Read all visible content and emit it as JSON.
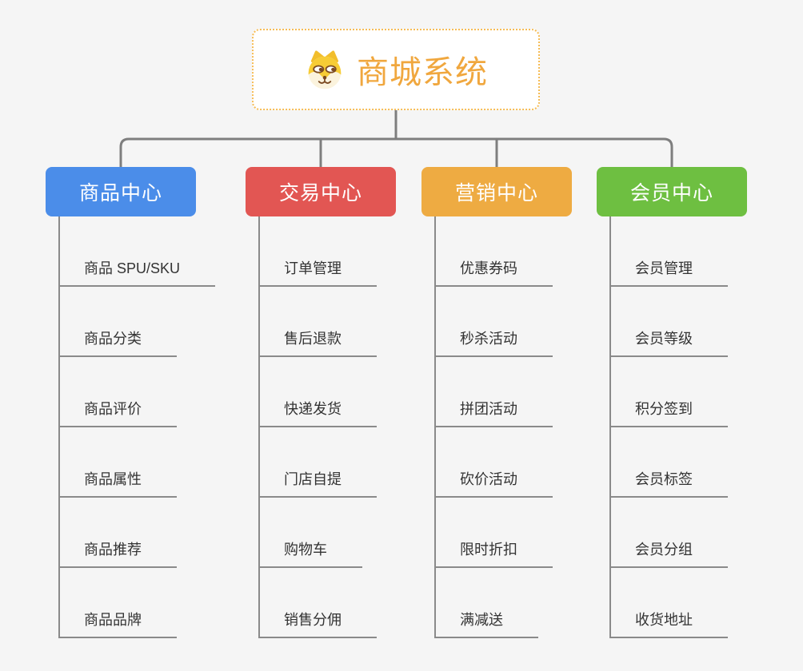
{
  "root": {
    "title": "商城系统",
    "icon": "dog-face-icon"
  },
  "branches": [
    {
      "label": "商品中心",
      "color": "#4B8DE9",
      "items": [
        "商品 SPU/SKU",
        "商品分类",
        "商品评价",
        "商品属性",
        "商品推荐",
        "商品品牌"
      ]
    },
    {
      "label": "交易中心",
      "color": "#E25653",
      "items": [
        "订单管理",
        "售后退款",
        "快递发货",
        "门店自提",
        "购物车",
        "销售分佣"
      ]
    },
    {
      "label": "营销中心",
      "color": "#EEAB42",
      "items": [
        "优惠券码",
        "秒杀活动",
        "拼团活动",
        "砍价活动",
        "限时折扣",
        "满减送"
      ]
    },
    {
      "label": "会员中心",
      "color": "#6EBF41",
      "items": [
        "会员管理",
        "会员等级",
        "积分签到",
        "会员标签",
        "会员分组",
        "收货地址"
      ]
    }
  ],
  "colors": {
    "background": "#F5F5F5",
    "connector": "#7E7E7E",
    "leafLine": "#8A8A8A",
    "leafText": "#333333",
    "rootAccent": "#F0A73E",
    "rootBorder": "#F6BC55",
    "rootBackground": "#FFFFFF",
    "branchText": "#FFFFFF"
  }
}
